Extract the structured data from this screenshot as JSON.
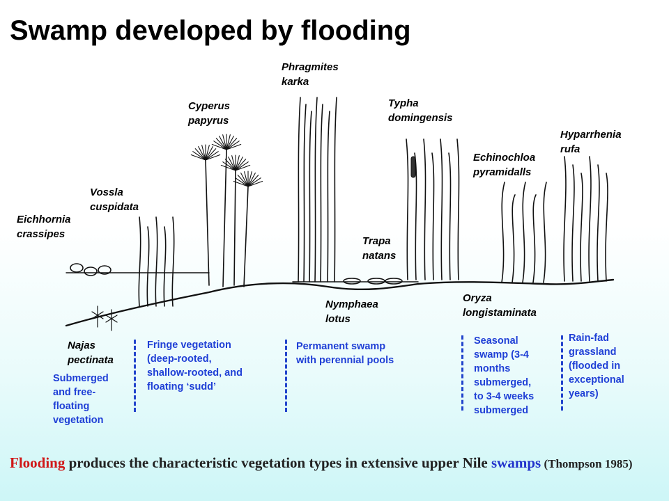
{
  "title": "Swamp developed by flooding",
  "plants": {
    "eichhornia": [
      "Eichhornia",
      "crassipes"
    ],
    "vossia": [
      "Vossla",
      "cuspidata"
    ],
    "cyperus": [
      "Cyperus",
      "papyrus"
    ],
    "phragmites": [
      "Phragmites",
      "karka"
    ],
    "typha": [
      "Typha",
      "domingensis"
    ],
    "echinochloa": [
      "Echinochloa",
      "pyramidalls"
    ],
    "hyparrhenia": [
      "Hyparrhenia",
      "rufa"
    ],
    "trapa": [
      "Trapa",
      "natans"
    ],
    "nymphaea": [
      "Nymphaea",
      "lotus"
    ],
    "oryza": [
      "Oryza",
      "longistaminata"
    ],
    "najas": [
      "Najas",
      "pectinata"
    ]
  },
  "zones": {
    "submerged": [
      "Submerged",
      "and free-",
      "floating",
      "vegetation"
    ],
    "fringe": [
      "Fringe vegetation",
      "(deep-rooted,",
      "shallow-rooted, and",
      "floating ‘sudd’"
    ],
    "permanent": [
      "Permanent swamp",
      "with perennial pools"
    ],
    "seasonal": [
      "Seasonal",
      "swamp (3-4",
      "months",
      "submerged,",
      "to 3-4 weeks",
      "submerged"
    ],
    "rainfed": [
      "Rain-fad",
      "grassland",
      "(flooded in",
      "exceptional",
      "years)"
    ]
  },
  "caption": {
    "highlight1": "Flooding",
    "text1": " produces the characteristic vegetation types in extensive upper Nile ",
    "highlight2": "swamps",
    "citation": " (Thompson 1985)"
  }
}
